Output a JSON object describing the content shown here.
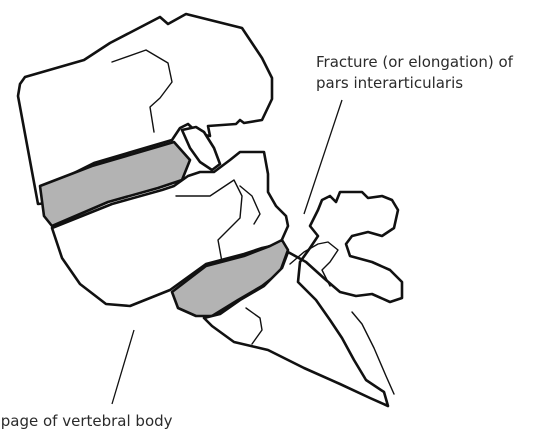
{
  "labels": {
    "pars_line1": "Fracture (or elongation) of",
    "pars_line2": "pars interarticularis",
    "vertebral_slip": "Forward slippage of vertebral body"
  },
  "colors": {
    "disc_fill": "#b3b3b3",
    "outline": "#111111",
    "label_text": "#2b2b2b"
  }
}
